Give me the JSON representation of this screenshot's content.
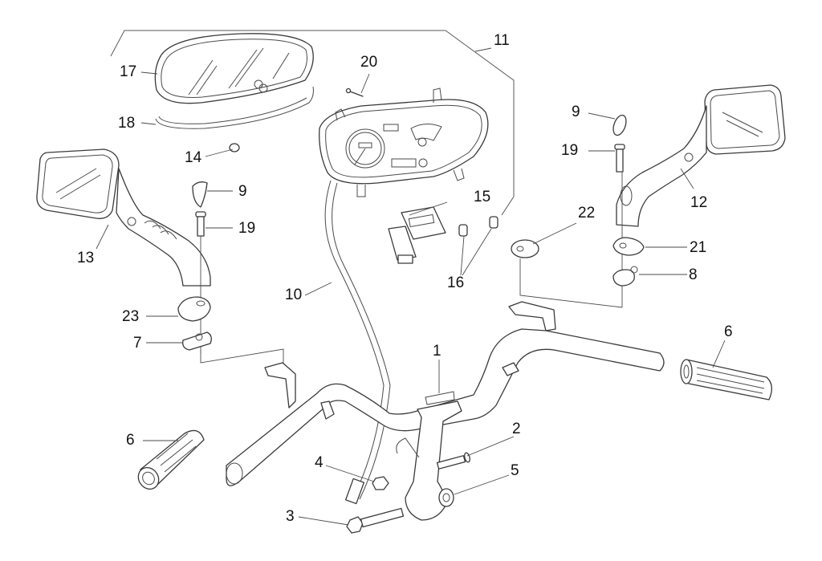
{
  "diagram": {
    "title": "",
    "type": "exploded-parts-diagram",
    "subject": "Handlebar assembly with instrument cluster and mirrors",
    "colors": {
      "line": "#3a3a3a",
      "background": "#ffffff",
      "text": "#111111"
    }
  },
  "callouts": [
    {
      "id": "c1",
      "label": "1",
      "part": "handlebar"
    },
    {
      "id": "c2",
      "label": "2",
      "part": "bolt"
    },
    {
      "id": "c3",
      "label": "3",
      "part": "clamp-bolt"
    },
    {
      "id": "c4",
      "label": "4",
      "part": "nut"
    },
    {
      "id": "c5",
      "label": "5",
      "part": "self-locking-nut"
    },
    {
      "id": "c6a",
      "label": "6",
      "part": "grip-left"
    },
    {
      "id": "c6b",
      "label": "6",
      "part": "grip-right"
    },
    {
      "id": "c7",
      "label": "7",
      "part": "mirror-mount-left"
    },
    {
      "id": "c8",
      "label": "8",
      "part": "mirror-mount-right"
    },
    {
      "id": "c9a",
      "label": "9",
      "part": "cap-left"
    },
    {
      "id": "c9b",
      "label": "9",
      "part": "cap-right"
    },
    {
      "id": "c10",
      "label": "10",
      "part": "speedometer-cable"
    },
    {
      "id": "c11",
      "label": "11",
      "part": "instrument-panel-assembly"
    },
    {
      "id": "c12",
      "label": "12",
      "part": "mirror-right"
    },
    {
      "id": "c13",
      "label": "13",
      "part": "mirror-left"
    },
    {
      "id": "c14",
      "label": "14",
      "part": "knob"
    },
    {
      "id": "c15",
      "label": "15",
      "part": "odometer-module"
    },
    {
      "id": "c16",
      "label": "16",
      "part": "bulb-holders"
    },
    {
      "id": "c17",
      "label": "17",
      "part": "lens"
    },
    {
      "id": "c18",
      "label": "18",
      "part": "gasket"
    },
    {
      "id": "c19a",
      "label": "19",
      "part": "screw-left"
    },
    {
      "id": "c19b",
      "label": "19",
      "part": "screw-right"
    },
    {
      "id": "c20",
      "label": "20",
      "part": "screw"
    },
    {
      "id": "c21",
      "label": "21",
      "part": "cover-right"
    },
    {
      "id": "c22",
      "label": "22",
      "part": "washer"
    },
    {
      "id": "c23",
      "label": "23",
      "part": "cover-left"
    }
  ]
}
